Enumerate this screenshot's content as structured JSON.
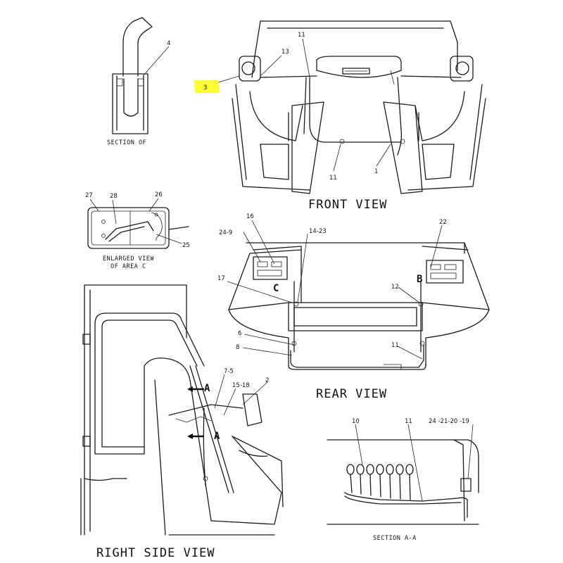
{
  "highlight_color": "#ffff33",
  "captions": {
    "front_view": "FRONT VIEW",
    "rear_view": "REAR VIEW",
    "right_side_view": "RIGHT SIDE VIEW",
    "section_of": "SECTION OF",
    "section_a_a": "SECTION A-A",
    "enlarged_line1": "ENLARGED VIEW",
    "enlarged_line2": "OF AREA C"
  },
  "view_markers": {
    "c_front": "C",
    "b_rear": "B",
    "a_upper": "A",
    "a_lower": "A"
  },
  "callouts": {
    "c3": "3",
    "c4": "4",
    "c13": "13",
    "c11_top": "11",
    "c11_front_bottom": "11",
    "c1": "1",
    "c27": "27",
    "c28": "28",
    "c26": "26",
    "c25": "25",
    "c16": "16",
    "c14_23": "14-23",
    "c22": "22",
    "c24_9": "24-9",
    "c17": "17",
    "c12": "12",
    "c6": "6",
    "c8": "8",
    "c11_rear": "11",
    "c7_5": "7-5",
    "c2": "2",
    "c15_18": "15-18",
    "c10": "10",
    "c11_section": "11",
    "c24_21_20_19": "24 -21-20 -19"
  }
}
